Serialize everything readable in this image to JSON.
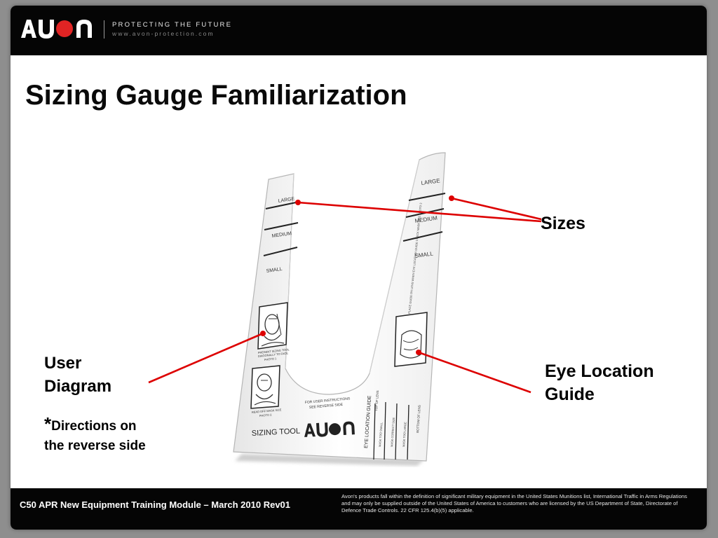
{
  "header": {
    "tagline": "PROTECTING THE FUTURE",
    "website": "www.avon-protection.com"
  },
  "title": "Sizing Gauge Familiarization",
  "callouts": {
    "sizes": "Sizes",
    "user_diagram": [
      "User",
      "Diagram"
    ],
    "eye_location": [
      "Eye Location",
      "Guide"
    ],
    "note_star": "*",
    "note_line1": "Directions on",
    "note_line2": "the reverse side"
  },
  "gauge": {
    "left_sizes": [
      "LARGE",
      "MEDIUM",
      "SMALL"
    ],
    "right_sizes": [
      "LARGE",
      "MEDIUM",
      "SMALL"
    ],
    "tool_label": "SIZING TOOL",
    "instructions": [
      "FOR USER INSTRUCTIONS",
      "SEE REVERSE SIDE"
    ],
    "photo1_caption": [
      "PRESENT SIZING TOOL",
      "DIAGONALLY TO FACE",
      "PHOTO 1"
    ],
    "photo2_caption": [
      "READ OFF MASK SIZE",
      "PHOTO 2"
    ],
    "eye_guide_label": "EYE LOCATION GUIDE",
    "top_of_lens": "TOP OF LENS",
    "bottom_of_lens": "BOTTOM OF LENS",
    "mask_small": "MASK TOO SMALL",
    "mask_correct": "MASK CORRECT SIZE",
    "mask_large": "MASK TOO LARGE",
    "place_guide": "PLACE GUIDE ON LENS WHEN EYE LOCATION GUIDE CHECK MASK SIZE PHOTO 3"
  },
  "footer": {
    "left": "C50 APR New Equipment Training Module – March 2010 Rev01",
    "disclaimer": "Avon's products fall within the  definition of significant military equipment in the United States Munitions list, International Traffic in Arms Regulations and may only be supplied outside of the United States of America to customers who are licensed by the US Department of State, Directorate of Defence Trade Controls. 22 CFR 125.4(b)(5) applicable."
  },
  "colors": {
    "header_bg": "#050505",
    "accent_red": "#e02424",
    "callout_line": "#dd0000"
  }
}
